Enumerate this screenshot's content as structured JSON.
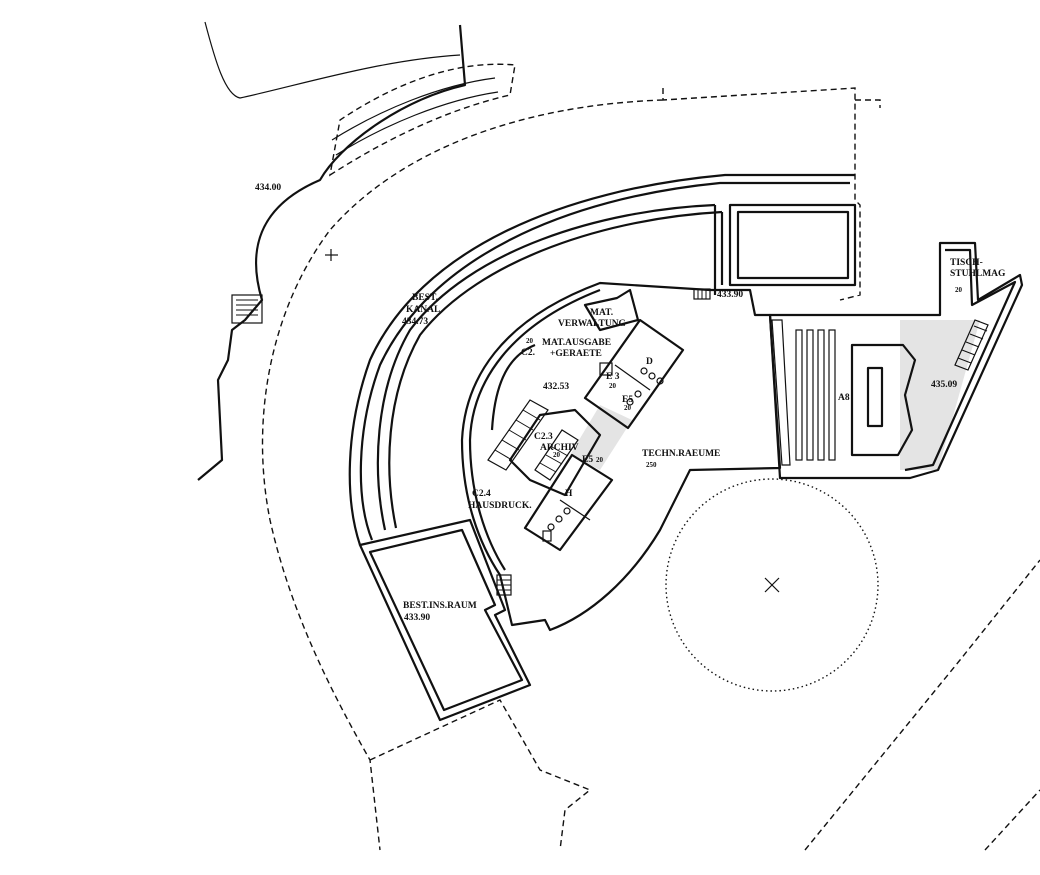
{
  "labels": {
    "level_43400": "434.00",
    "bestand_kanal": [
      "BEST.",
      "KANAL",
      "434.73"
    ],
    "level_43390_top": "433.90",
    "mat_verwaltung": [
      "MAT.",
      "VERWALTUNG"
    ],
    "mat_ausgabe": [
      "MAT.AUSGABE",
      "+GERAETE"
    ],
    "c2_code": "C2.",
    "c2_num": "20",
    "level_43253": "432.53",
    "e3": "E 3",
    "e3_num": "20",
    "d_room": "D",
    "e5_upper": "E5",
    "e5_upper_num": "20",
    "c23_archiv": [
      "C2.3",
      "ARCHIV"
    ],
    "c23_num": "20",
    "e5_lower": "E5",
    "e5_lower_num": "20",
    "h_room": "H",
    "c24_hausdruck": [
      "C2.4",
      "HAUSDRUCK."
    ],
    "techn_raeume": "TECHN.RAEUME",
    "techn_num": "250",
    "a8": "A8",
    "level_43509": "435.09",
    "tisch_stuhlmag": [
      "TISCH-",
      "STUHLMAG"
    ],
    "tisch_num": "20",
    "best_ins_raum": [
      "BEST.INS.RAUM",
      "433.90"
    ]
  }
}
